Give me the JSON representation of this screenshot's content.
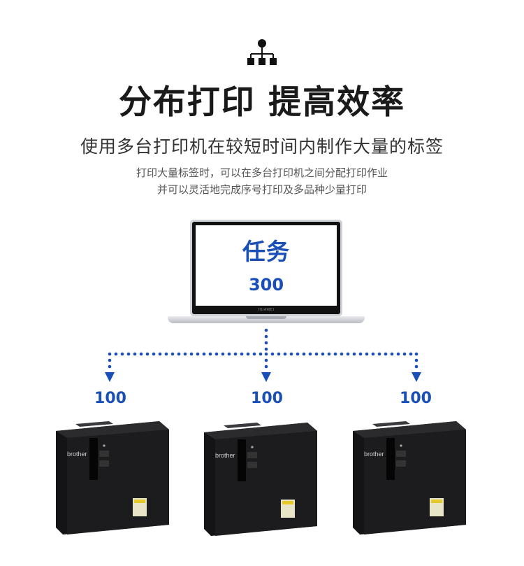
{
  "header": {
    "icon": "network-hierarchy-icon",
    "headline": "分布打印 提高效率",
    "subheadline": "使用多台打印机在较短时间内制作大量的标签",
    "description_line_1": "打印大量标签时，可以在多台打印机之间分配打印作业",
    "description_line_2": "并可以灵活地完成序号打印及多品种少量打印"
  },
  "laptop": {
    "task_label": "任务",
    "task_count": "300",
    "brand": "HUAWEI"
  },
  "split": [
    "100",
    "100",
    "100"
  ],
  "printers": [
    {
      "brand": "brother"
    },
    {
      "brand": "brother"
    },
    {
      "brand": "brother"
    }
  ],
  "colors": {
    "accent": "#1b4fb8",
    "heading": "#1a1a1a",
    "printer_body": "#1c1c1e"
  }
}
